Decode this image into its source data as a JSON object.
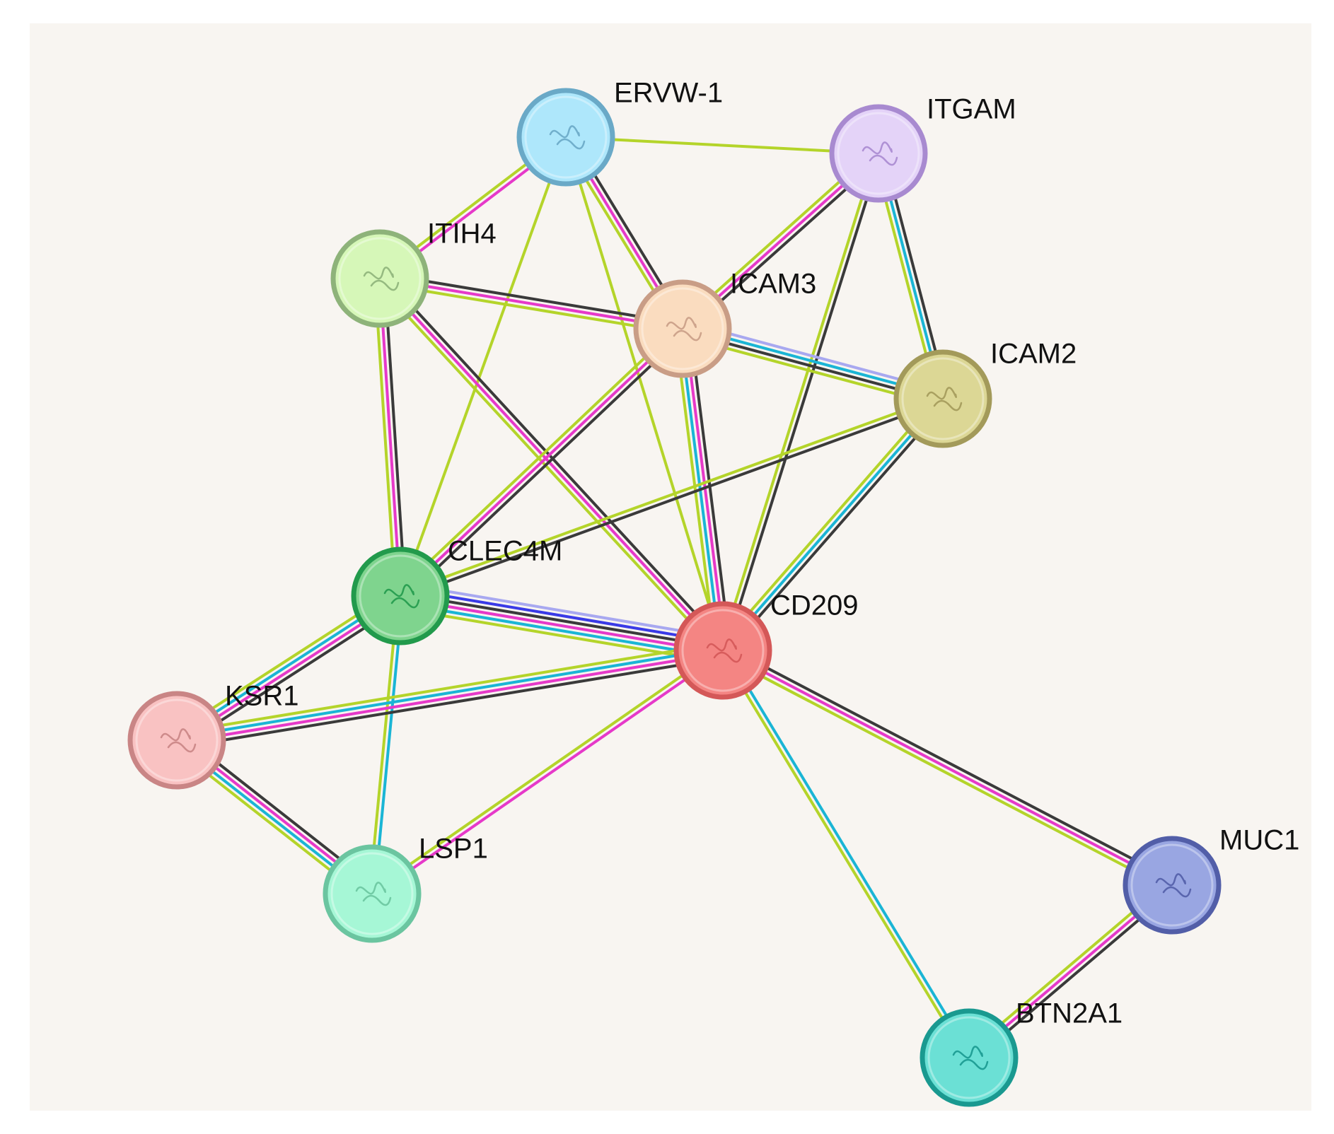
{
  "diagram": {
    "background": "#f8f5f1",
    "edge_colors": {
      "curated_database": "#1ab5d5",
      "experimental": "#e639c9",
      "textmining": "#b4d42a",
      "coexpression": "#3a3a3a",
      "homology": "#3a3ae6",
      "homology_light": "#a8a8f0"
    },
    "nodes": [
      {
        "id": "ERVW-1",
        "label": "ERVW-1",
        "fill": "#aee7fb",
        "stroke": "#6aa9c7",
        "glyph": "protein-structure-icon"
      },
      {
        "id": "ITGAM",
        "label": "ITGAM",
        "fill": "#e4d3f8",
        "stroke": "#a88ad0",
        "glyph": "protein-structure-icon"
      },
      {
        "id": "ITIH4",
        "label": "ITIH4",
        "fill": "#d6f7b8",
        "stroke": "#8eb37a",
        "glyph": "protein-structure-icon"
      },
      {
        "id": "ICAM3",
        "label": "ICAM3",
        "fill": "#fadcbf",
        "stroke": "#c99d86",
        "glyph": "protein-structure-icon"
      },
      {
        "id": "ICAM2",
        "label": "ICAM2",
        "fill": "#dcd795",
        "stroke": "#a39a5a",
        "glyph": "protein-structure-icon"
      },
      {
        "id": "CLEC4M",
        "label": "CLEC4M",
        "fill": "#7fd48e",
        "stroke": "#229a4c",
        "glyph": "protein-structure-icon"
      },
      {
        "id": "CD209",
        "label": "CD209",
        "fill": "#f48583",
        "stroke": "#d45858",
        "glyph": "protein-structure-icon"
      },
      {
        "id": "KSR1",
        "label": "KSR1",
        "fill": "#f9c2c2",
        "stroke": "#c98585",
        "glyph": "protein-structure-icon"
      },
      {
        "id": "LSP1",
        "label": "LSP1",
        "fill": "#a6f7d6",
        "stroke": "#6bc5a0",
        "glyph": "protein-structure-icon"
      },
      {
        "id": "MUC1",
        "label": "MUC1",
        "fill": "#99a6e2",
        "stroke": "#525ea8",
        "glyph": "protein-structure-icon"
      },
      {
        "id": "BTN2A1",
        "label": "BTN2A1",
        "fill": "#6be0d5",
        "stroke": "#1a9990",
        "glyph": "protein-structure-icon"
      }
    ],
    "edges": [
      {
        "source": "ERVW-1",
        "target": "ITGAM",
        "evidence": [
          "textmining"
        ]
      },
      {
        "source": "ERVW-1",
        "target": "ITIH4",
        "evidence": [
          "experimental",
          "textmining"
        ]
      },
      {
        "source": "ERVW-1",
        "target": "ICAM3",
        "evidence": [
          "coexpression",
          "experimental",
          "textmining"
        ]
      },
      {
        "source": "ERVW-1",
        "target": "CLEC4M",
        "evidence": [
          "textmining"
        ]
      },
      {
        "source": "ERVW-1",
        "target": "CD209",
        "evidence": [
          "textmining"
        ]
      },
      {
        "source": "ITGAM",
        "target": "ICAM3",
        "evidence": [
          "coexpression",
          "experimental",
          "textmining"
        ]
      },
      {
        "source": "ITGAM",
        "target": "ICAM2",
        "evidence": [
          "coexpression",
          "curated_database",
          "textmining"
        ]
      },
      {
        "source": "ITGAM",
        "target": "CD209",
        "evidence": [
          "coexpression",
          "textmining"
        ]
      },
      {
        "source": "ITIH4",
        "target": "ICAM3",
        "evidence": [
          "coexpression",
          "experimental",
          "textmining"
        ]
      },
      {
        "source": "ITIH4",
        "target": "CLEC4M",
        "evidence": [
          "coexpression",
          "experimental",
          "textmining"
        ]
      },
      {
        "source": "ITIH4",
        "target": "CD209",
        "evidence": [
          "coexpression",
          "experimental",
          "textmining"
        ]
      },
      {
        "source": "ICAM3",
        "target": "ICAM2",
        "evidence": [
          "homology_light",
          "curated_database",
          "coexpression",
          "textmining"
        ]
      },
      {
        "source": "ICAM3",
        "target": "CLEC4M",
        "evidence": [
          "coexpression",
          "experimental",
          "textmining"
        ]
      },
      {
        "source": "ICAM3",
        "target": "CD209",
        "evidence": [
          "coexpression",
          "experimental",
          "curated_database",
          "textmining"
        ]
      },
      {
        "source": "ICAM2",
        "target": "CLEC4M",
        "evidence": [
          "coexpression",
          "textmining"
        ]
      },
      {
        "source": "ICAM2",
        "target": "CD209",
        "evidence": [
          "coexpression",
          "curated_database",
          "textmining"
        ]
      },
      {
        "source": "CLEC4M",
        "target": "CD209",
        "evidence": [
          "homology_light",
          "homology",
          "coexpression",
          "experimental",
          "curated_database",
          "textmining"
        ]
      },
      {
        "source": "CLEC4M",
        "target": "KSR1",
        "evidence": [
          "coexpression",
          "experimental",
          "curated_database",
          "textmining"
        ]
      },
      {
        "source": "CLEC4M",
        "target": "LSP1",
        "evidence": [
          "curated_database",
          "textmining"
        ]
      },
      {
        "source": "CD209",
        "target": "KSR1",
        "evidence": [
          "coexpression",
          "experimental",
          "curated_database",
          "textmining"
        ]
      },
      {
        "source": "CD209",
        "target": "LSP1",
        "evidence": [
          "experimental",
          "textmining"
        ]
      },
      {
        "source": "CD209",
        "target": "MUC1",
        "evidence": [
          "coexpression",
          "experimental",
          "textmining"
        ]
      },
      {
        "source": "CD209",
        "target": "BTN2A1",
        "evidence": [
          "curated_database",
          "textmining"
        ]
      },
      {
        "source": "KSR1",
        "target": "LSP1",
        "evidence": [
          "coexpression",
          "experimental",
          "curated_database",
          "textmining"
        ]
      },
      {
        "source": "MUC1",
        "target": "BTN2A1",
        "evidence": [
          "coexpression",
          "experimental",
          "textmining"
        ]
      }
    ]
  }
}
